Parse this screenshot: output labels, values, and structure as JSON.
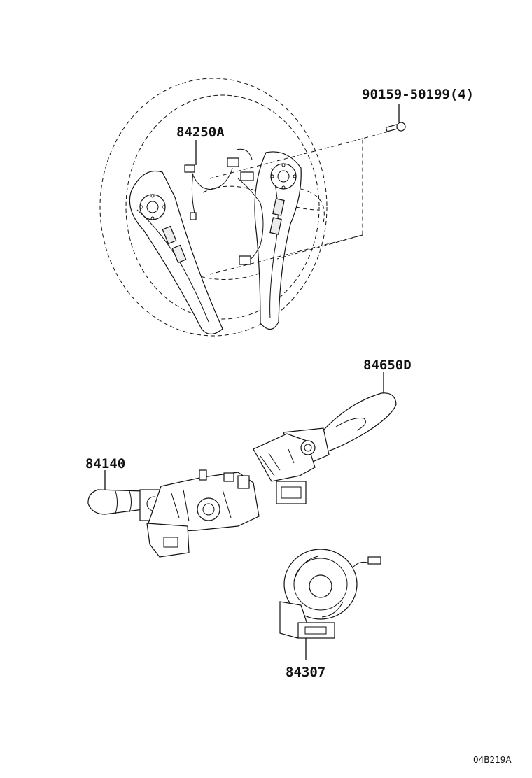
{
  "parts": [
    {
      "label": "90159-50199(4)",
      "name": "screw"
    },
    {
      "label": "84250A",
      "name": "steering-pad-switch"
    },
    {
      "label": "84650D",
      "name": "wiper-switch"
    },
    {
      "label": "84140",
      "name": "turn-signal-switch"
    },
    {
      "label": "84307",
      "name": "spiral-cable"
    }
  ],
  "reference": "04B219A"
}
